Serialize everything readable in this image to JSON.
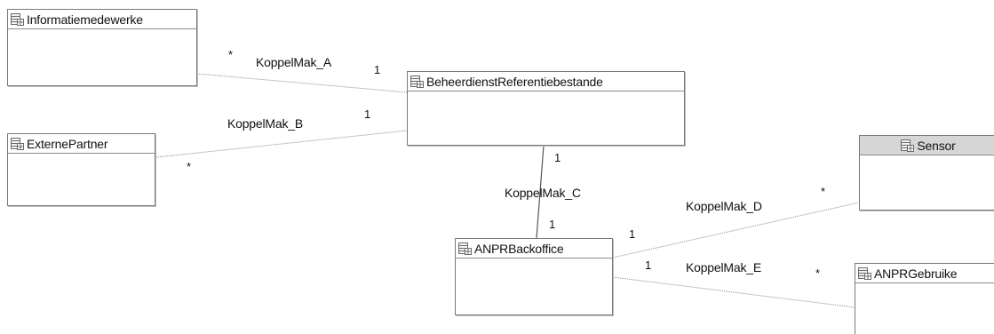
{
  "entities": {
    "informatiemedewerke": "Informatiemedewerke",
    "externepartner": "ExternePartner",
    "beheerdienst": "BeheerdienstReferentiebestande",
    "sensor": "Sensor",
    "anprbackoffice": "ANPRBackoffice",
    "anprgebruiker": "ANPRGebruike"
  },
  "relations": {
    "a": {
      "label": "KoppelMak_A",
      "near_mult": "*",
      "far_mult": "1"
    },
    "b1": {
      "label": "KoppelMak_B",
      "near_mult": "*",
      "far_mult": "1"
    },
    "c": {
      "label": "KoppelMak_C",
      "top_mult": "1",
      "bottom_mult": "1"
    },
    "d": {
      "label": "KoppelMak_D",
      "near_mult": "1",
      "far_mult": "*"
    },
    "e": {
      "label": "KoppelMak_E",
      "near_mult": "1",
      "far_mult": "*"
    }
  },
  "icon": "table-icon",
  "colors": {
    "border": "#7a7a7a",
    "line": "#8c8c8c",
    "shade": "#d6d6d6"
  }
}
